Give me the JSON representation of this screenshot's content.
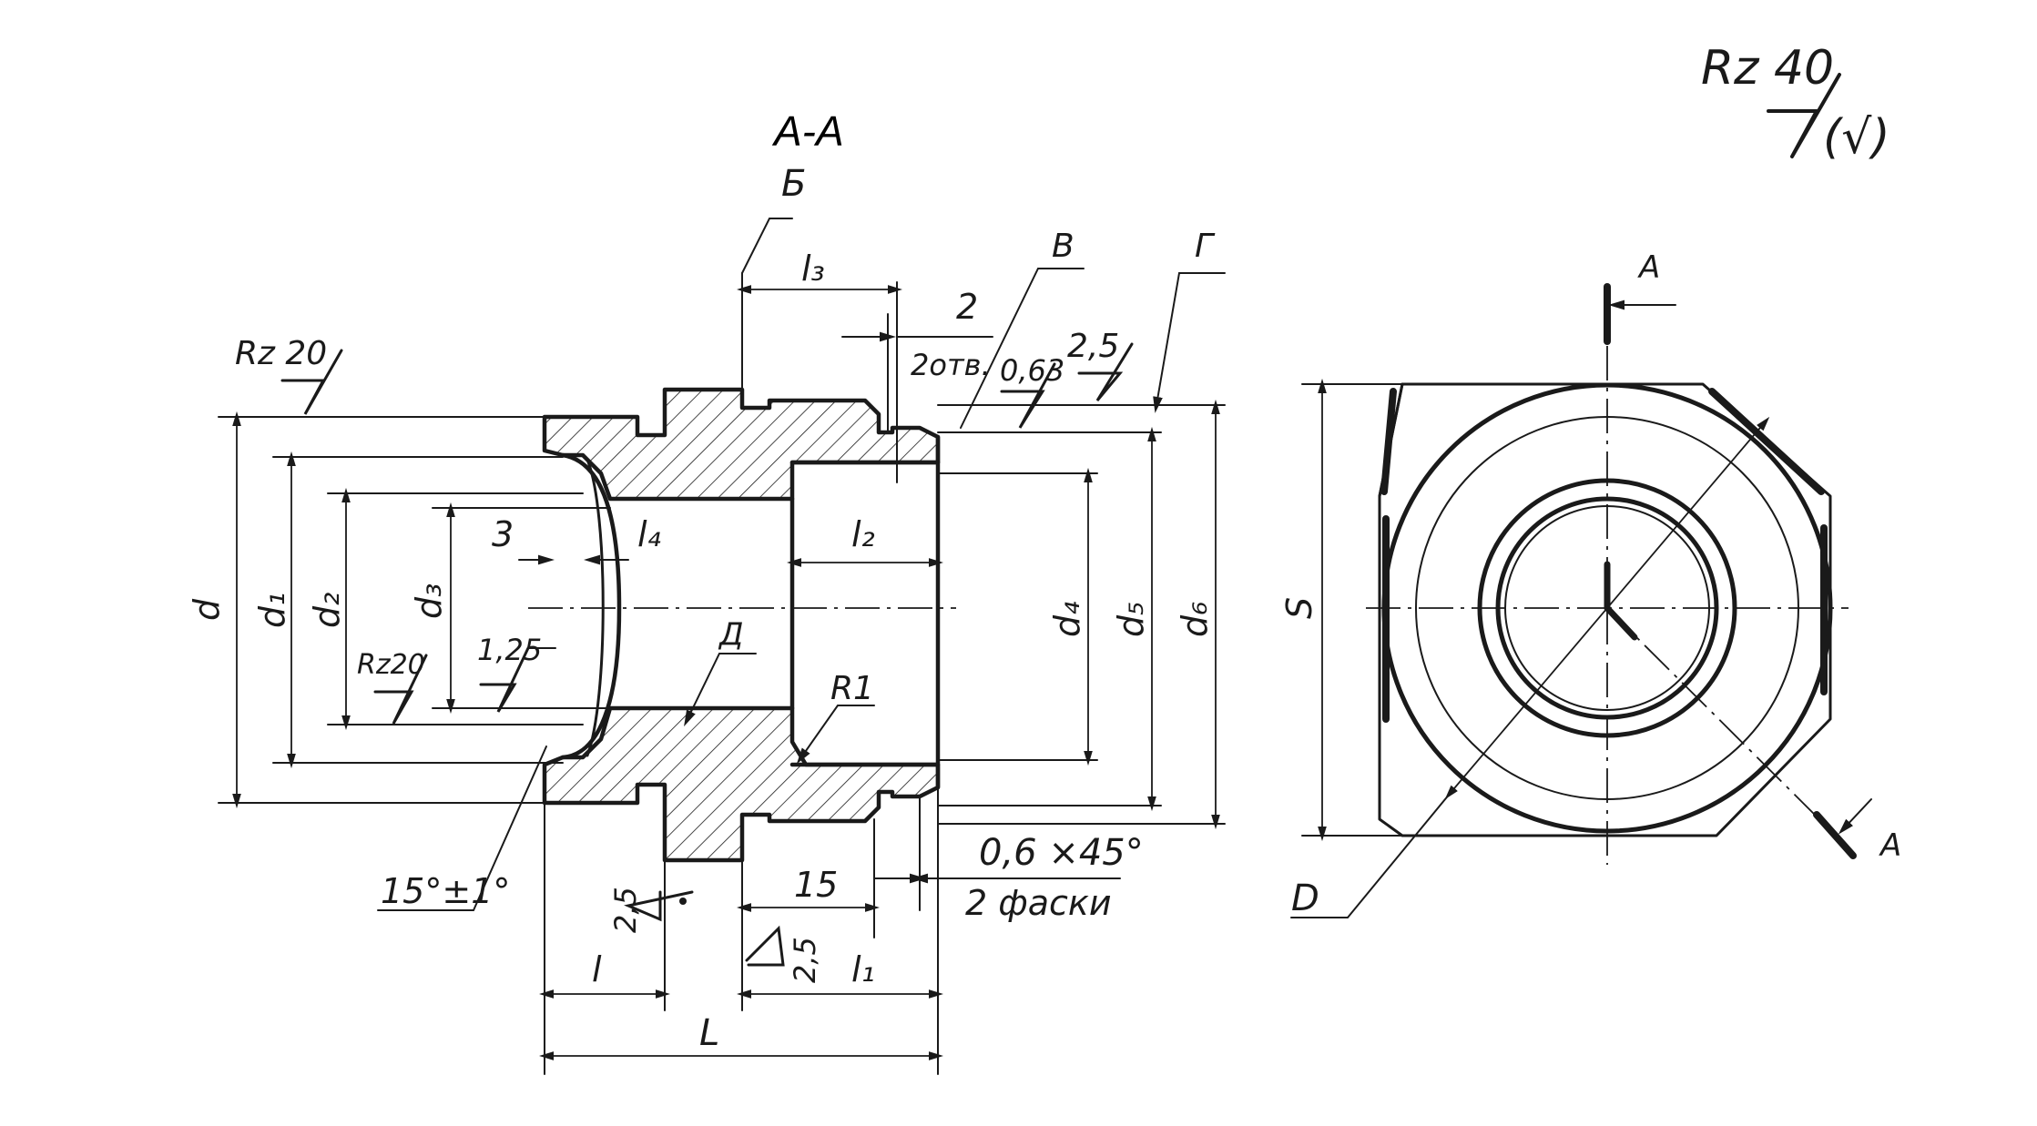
{
  "section_title": "A-A",
  "general_roughness": {
    "value": "Rz 40",
    "symbol": "(√)"
  },
  "section_labels": {
    "b": "Б",
    "v": "В",
    "g": "Г",
    "d": "Д"
  },
  "section_arrows": {
    "top": "A",
    "bottom": "A"
  },
  "dims": {
    "d": "d",
    "d1": "d₁",
    "d2": "d₂",
    "d3": "d₃",
    "d4": "d₄",
    "d5": "d₅",
    "d6": "d₆",
    "l": "l",
    "l1": "l₁",
    "l2": "l₂",
    "l3": "l₃",
    "l4": "l₄",
    "L": "L",
    "three": "3",
    "two": "2",
    "fifteen": "15",
    "S": "S",
    "D": "D"
  },
  "roughness": {
    "rz20_top": "Rz 20",
    "rz20_inner": "Rz20",
    "r125": "1,25",
    "r063": "0,63",
    "r25_top": "2,5",
    "r25_bottom_left": "2,5",
    "r25_bottom": "2,5"
  },
  "notes": {
    "holes": "2отв.",
    "radius": "R1",
    "angle": "15°±1°",
    "chamfer": "0,6 ×45°",
    "chamfer_count": "2 фаски"
  }
}
